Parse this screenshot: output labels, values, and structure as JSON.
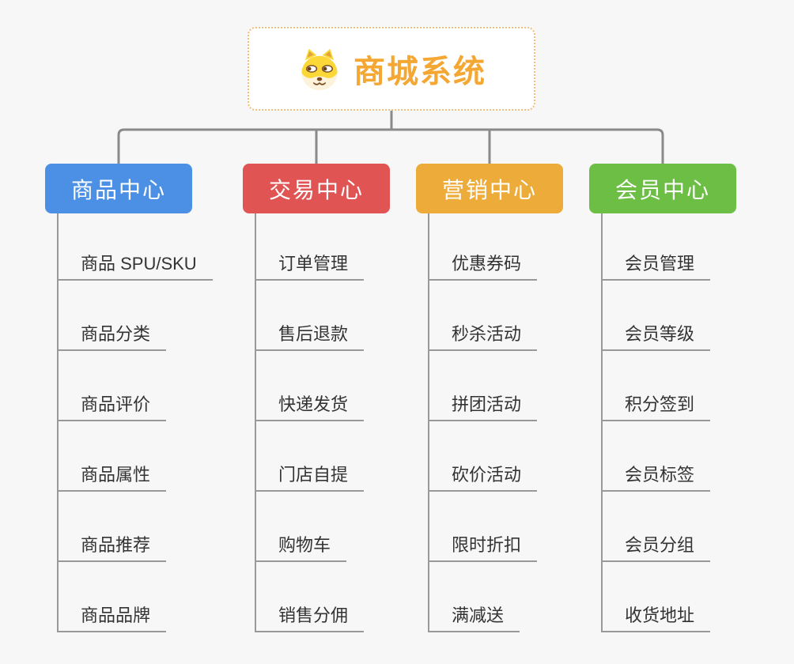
{
  "canvas": {
    "background_color": "#f7f7f7",
    "connector_color": "#8a8a8a",
    "underline_color": "#999999",
    "item_text_color": "#333333"
  },
  "root": {
    "title": "商城系统",
    "icon": "dog-face-icon",
    "title_color": "#f5a733",
    "border_color": "#f0be78"
  },
  "branches": [
    {
      "label": "商品中心",
      "color": "#4b90e4",
      "items": [
        "商品 SPU/SKU",
        "商品分类",
        "商品评价",
        "商品属性",
        "商品推荐",
        "商品品牌"
      ]
    },
    {
      "label": "交易中心",
      "color": "#e15454",
      "items": [
        "订单管理",
        "售后退款",
        "快递发货",
        "门店自提",
        "购物车",
        "销售分佣"
      ]
    },
    {
      "label": "营销中心",
      "color": "#edac3a",
      "items": [
        "优惠券码",
        "秒杀活动",
        "拼团活动",
        "砍价活动",
        "限时折扣",
        "满减送"
      ]
    },
    {
      "label": "会员中心",
      "color": "#6cbe44",
      "items": [
        "会员管理",
        "会员等级",
        "积分签到",
        "会员标签",
        "会员分组",
        "收货地址"
      ]
    }
  ]
}
